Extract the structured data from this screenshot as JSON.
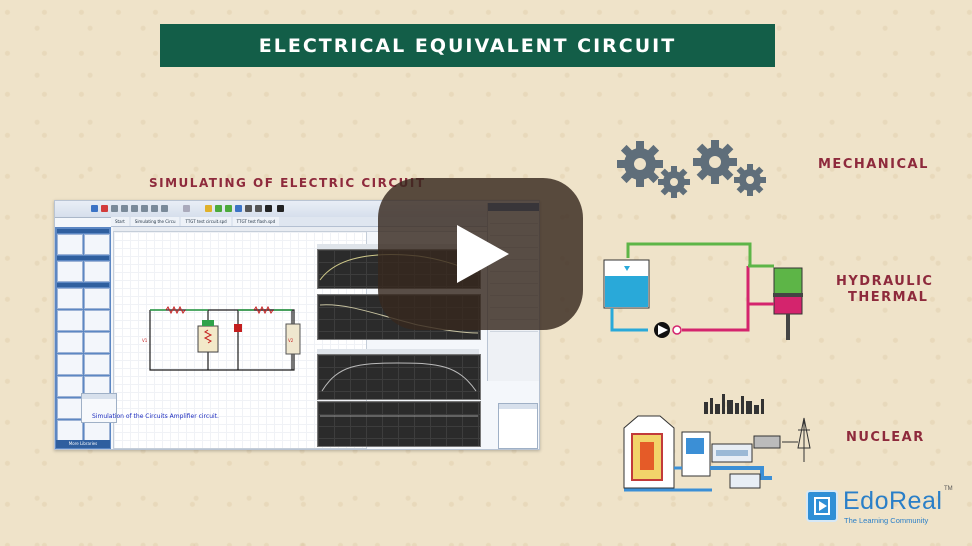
{
  "header": {
    "title": "ELECTRICAL EQUIVALENT CIRCUIT"
  },
  "left_panel": {
    "heading": "SIMULATING OF ELECTRIC CIRCUIT",
    "screenshot": {
      "caption": "Simulation of the Circuits  Amplifier circuit.",
      "palette_footer": "More Libraries",
      "tabs": [
        "Start",
        "Simulating the Circu",
        "TTGT test circuit.spd",
        "TTGT test flash.spd"
      ]
    }
  },
  "right_panel": {
    "labels": {
      "mechanical": "MECHANICAL",
      "hydraulic": "HYDRAULIC",
      "thermal": "THERMAL",
      "nuclear": "NUCLEAR"
    }
  },
  "logo": {
    "name": "EdoReal",
    "tm": "TM",
    "tagline": "The Learning Community"
  },
  "colors": {
    "banner": "#135e48",
    "label": "#8e2a3c",
    "gear": "#5f6e7a",
    "water": "#29a9d9",
    "green_pipe": "#5db547",
    "magenta_pipe": "#d4246d",
    "logo": "#2a7fc8",
    "overlay": "#372820"
  },
  "video": {
    "control": "play-icon"
  }
}
